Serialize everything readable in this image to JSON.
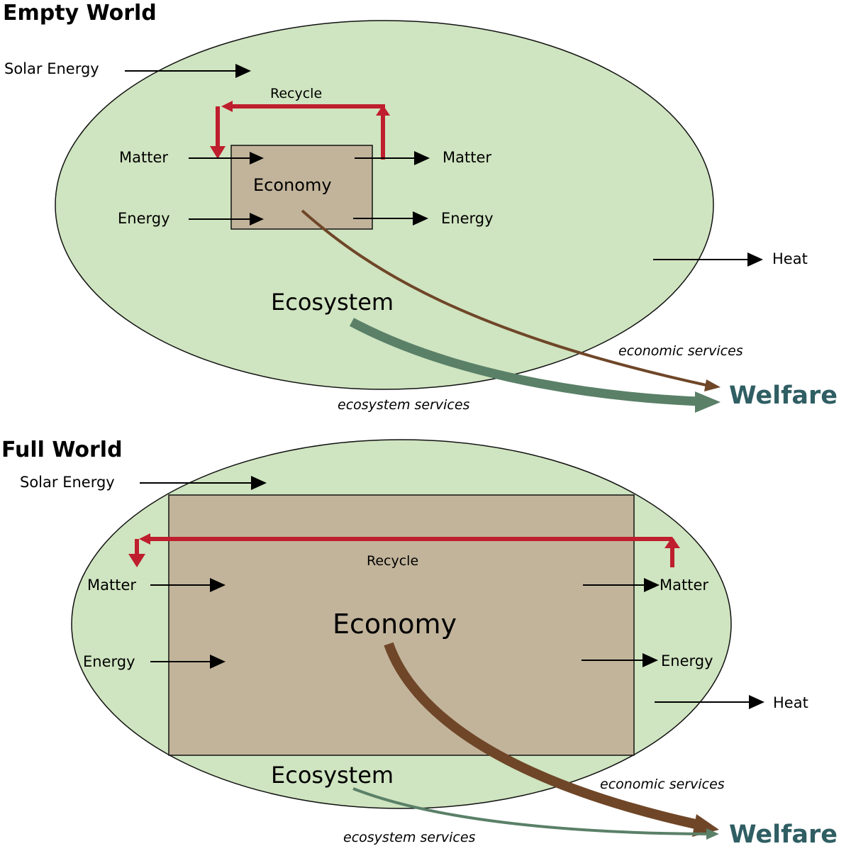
{
  "colors": {
    "ecosystem_fill": "#cfe4c0",
    "economy_fill": "#c2b49b",
    "recycle_arrow": "#be1e2d",
    "economic_services_arrow": "#6f4628",
    "ecosystem_services_arrow": "#5a8068",
    "welfare_text": "#2f5e63"
  },
  "empty_world": {
    "title": "Empty World",
    "solar_energy": "Solar Energy",
    "recycle": "Recycle",
    "matter_in": "Matter",
    "matter_out": "Matter",
    "energy_in": "Energy",
    "energy_out": "Energy",
    "economy": "Economy",
    "heat": "Heat",
    "ecosystem": "Ecosystem",
    "economic_services": "economic services",
    "ecosystem_services": "ecosystem services",
    "welfare": "Welfare"
  },
  "full_world": {
    "title": "Full World",
    "solar_energy": "Solar Energy",
    "recycle": "Recycle",
    "matter_in": "Matter",
    "matter_out": "Matter",
    "energy_in": "Energy",
    "energy_out": "Energy",
    "economy": "Economy",
    "heat": "Heat",
    "ecosystem": "Ecosystem",
    "economic_services": "economic services",
    "ecosystem_services": "ecosystem services",
    "welfare": "Welfare"
  }
}
